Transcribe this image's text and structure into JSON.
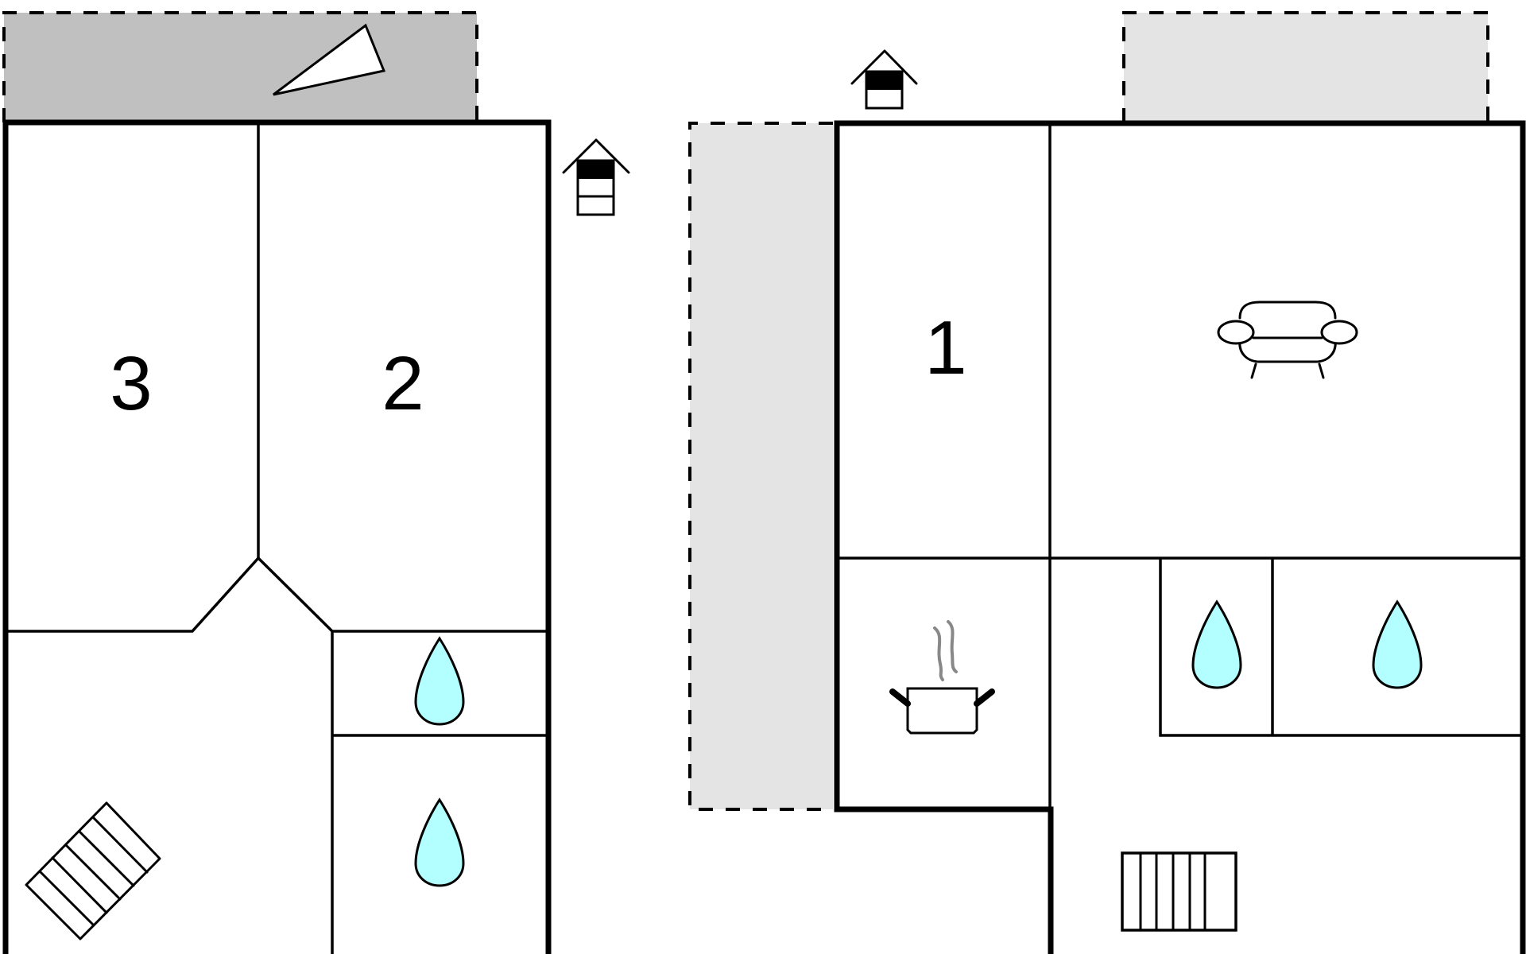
{
  "floorplan": {
    "colors": {
      "terrace_dark": "#c0c0c0",
      "terrace_light": "#e4e4e4",
      "water": "#b3ffff",
      "steam": "#888888",
      "wall": "#000000"
    },
    "buildings": [
      {
        "name": "left-building",
        "rooms": [
          {
            "label": "3",
            "type": "bedroom"
          },
          {
            "label": "2",
            "type": "bedroom"
          },
          {
            "label": "",
            "type": "bathroom",
            "icon": "water-drop-icon"
          },
          {
            "label": "",
            "type": "bathroom",
            "icon": "water-drop-icon"
          },
          {
            "label": "",
            "type": "hall",
            "icon": "stairs-icon"
          }
        ],
        "outdoor": [
          {
            "type": "terrace",
            "icon": "sun-lounger-icon"
          }
        ],
        "floor_icon": {
          "name": "floor-level-icon",
          "level_highlighted": 1,
          "levels": 3
        }
      },
      {
        "name": "right-building",
        "rooms": [
          {
            "label": "1",
            "type": "bedroom"
          },
          {
            "label": "",
            "type": "living-room",
            "icon": "sofa-icon"
          },
          {
            "label": "",
            "type": "kitchen",
            "icon": "cooking-pot-icon"
          },
          {
            "label": "",
            "type": "bathroom",
            "icon": "water-drop-icon"
          },
          {
            "label": "",
            "type": "bathroom",
            "icon": "water-drop-icon"
          },
          {
            "label": "",
            "type": "hall",
            "icon": "stairs-icon"
          }
        ],
        "outdoor": [
          {
            "type": "terrace"
          },
          {
            "type": "terrace"
          }
        ],
        "floor_icon": {
          "name": "floor-level-icon",
          "level_highlighted": 1,
          "levels": 2
        }
      }
    ]
  }
}
